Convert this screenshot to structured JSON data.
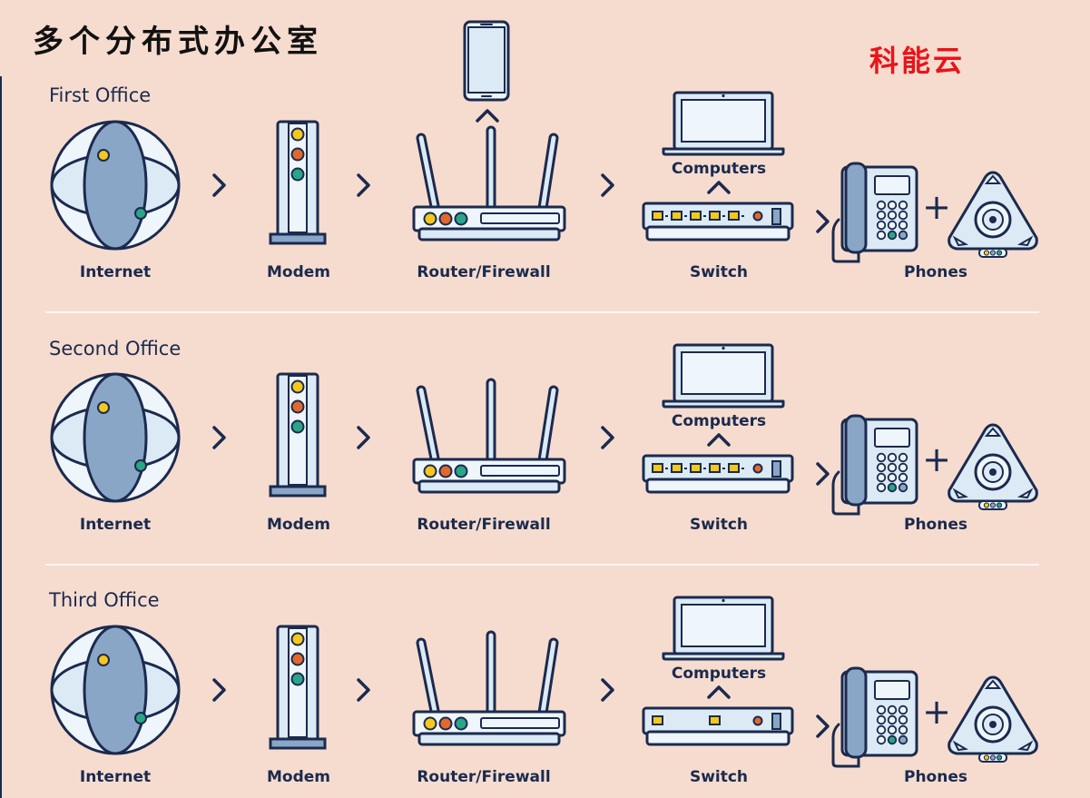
{
  "title": "多个分布式办公室",
  "brand": "科能云",
  "labels": {
    "internet": "Internet",
    "modem": "Modem",
    "router": "Router/Firewall",
    "computers": "Computers",
    "switch": "Switch",
    "phones": "Phones",
    "plus": "+"
  },
  "offices": [
    {
      "name": "First Office",
      "switch_ports": 5
    },
    {
      "name": "Second Office",
      "switch_ports": 5
    },
    {
      "name": "Third Office",
      "switch_ports": 2
    }
  ],
  "colors": {
    "navy": "#1b2a4e",
    "light_blue": "#dbeaf5",
    "mid_blue": "#8aa6c7",
    "pale": "#eef5fb",
    "yellow": "#f4c81c",
    "orange": "#e2682c",
    "teal": "#2aa587",
    "background": "#f6dccf"
  }
}
